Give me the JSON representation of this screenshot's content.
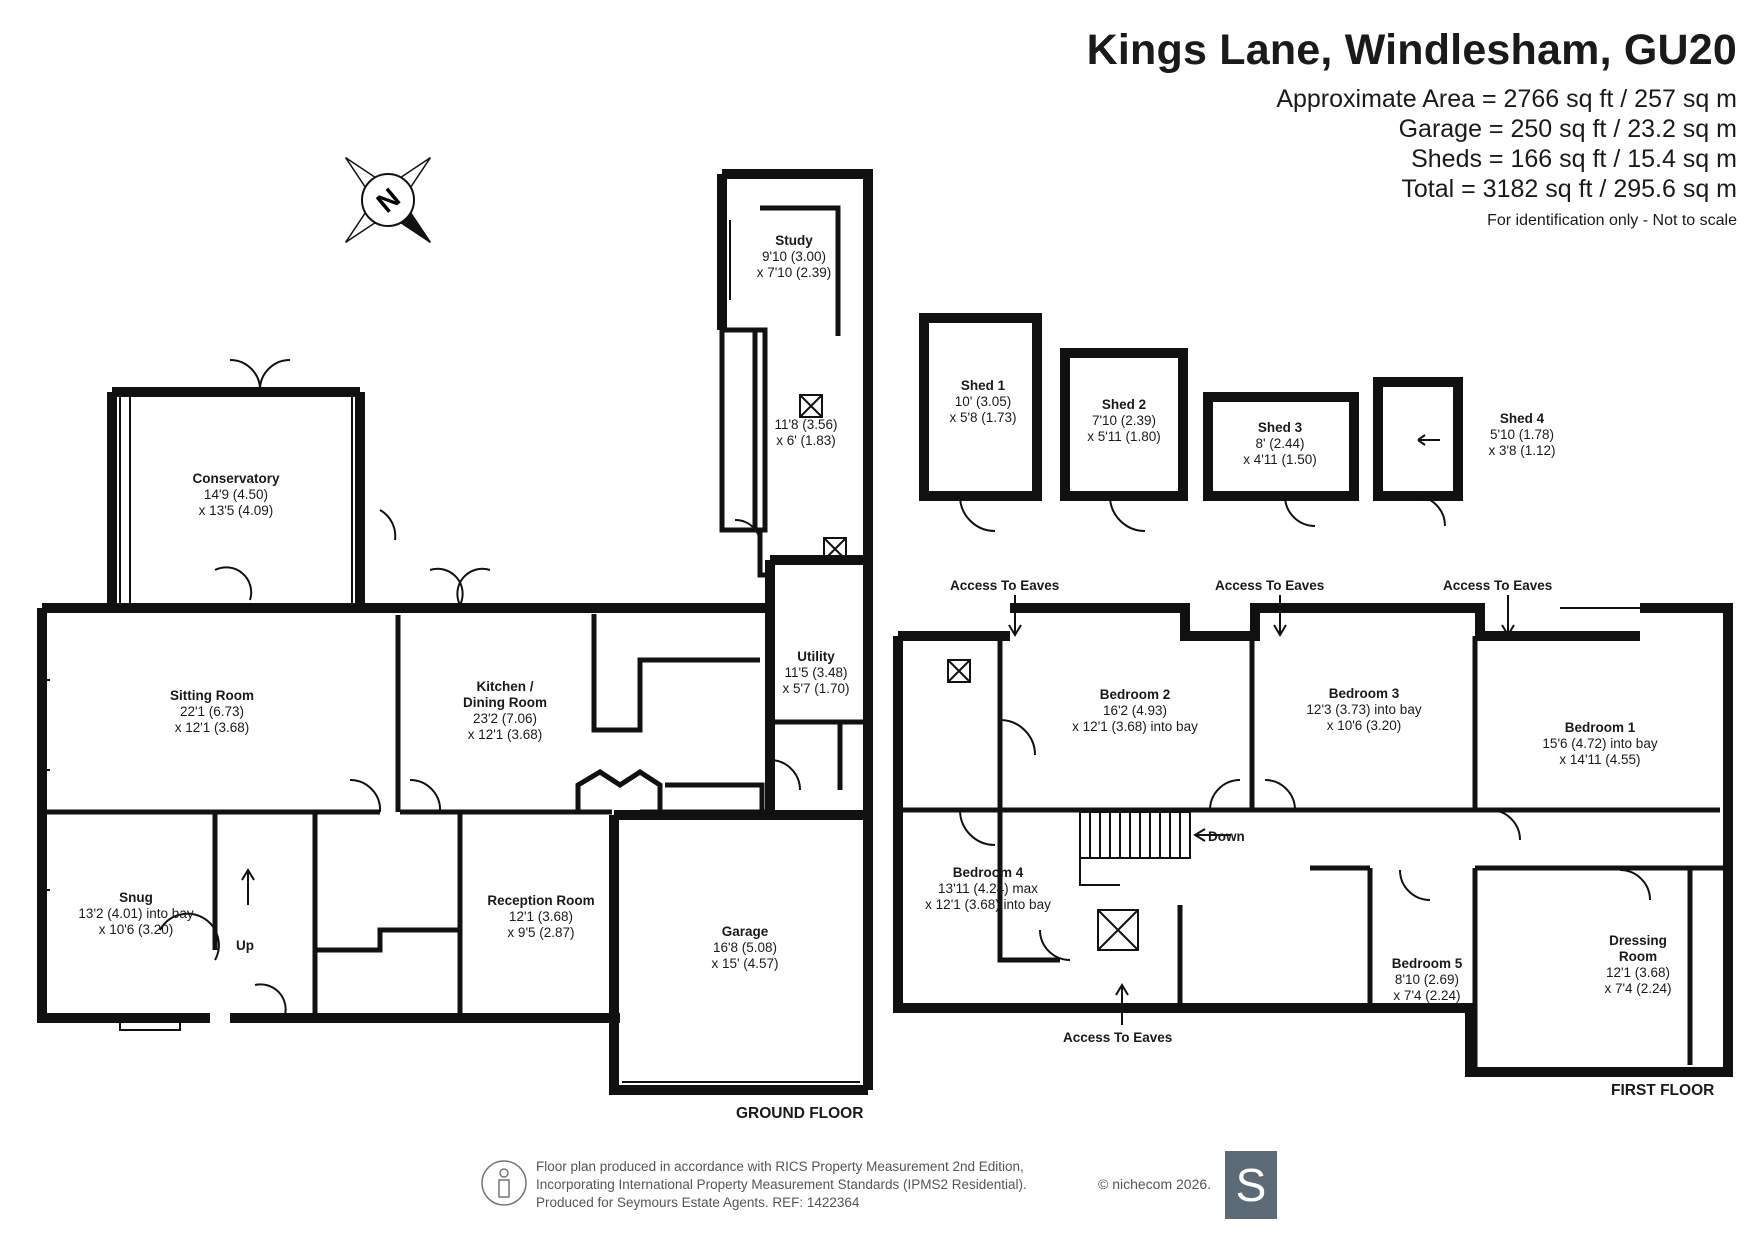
{
  "header": {
    "title": "Kings Lane, Windlesham, GU20",
    "approximate_area": "Approximate Area = 2766 sq ft / 257 sq m",
    "garage_area": "Garage = 250 sq ft / 23.2 sq m",
    "sheds_area": "Sheds = 166 sq ft / 15.4 sq m",
    "total_area": "Total = 3182 sq ft / 295.6 sq m",
    "note": "For identification only - Not to scale"
  },
  "compass": {
    "letter": "N",
    "icon": "compass-icon"
  },
  "ground_floor": {
    "label": "GROUND FLOOR",
    "rooms": [
      {
        "name": "Study",
        "dims": [
          "9'10 (3.00)",
          "x 7'10 (2.39)"
        ]
      },
      {
        "name": "",
        "dims": [
          "11'8 (3.56)",
          "x 6' (1.83)"
        ]
      },
      {
        "name": "Conservatory",
        "dims": [
          "14'9 (4.50)",
          "x 13'5 (4.09)"
        ]
      },
      {
        "name": "Sitting Room",
        "dims": [
          "22'1 (6.73)",
          "x 12'1 (3.68)"
        ]
      },
      {
        "name": "Kitchen /",
        "name2": "Dining Room",
        "dims": [
          "23'2 (7.06)",
          "x 12'1 (3.68)"
        ]
      },
      {
        "name": "Utility",
        "dims": [
          "11'5 (3.48)",
          "x 5'7 (1.70)"
        ]
      },
      {
        "name": "Snug",
        "dims": [
          "13'2 (4.01) into bay",
          "x 10'6 (3.20)"
        ]
      },
      {
        "name": "Reception Room",
        "dims": [
          "12'1 (3.68)",
          "x 9'5 (2.87)"
        ]
      },
      {
        "name": "Garage",
        "dims": [
          "16'8 (5.08)",
          "x 15' (4.57)"
        ]
      }
    ],
    "up_label": "Up"
  },
  "sheds": [
    {
      "name": "Shed 1",
      "dims": [
        "10' (3.05)",
        "x 5'8 (1.73)"
      ]
    },
    {
      "name": "Shed 2",
      "dims": [
        "7'10 (2.39)",
        "x 5'11 (1.80)"
      ]
    },
    {
      "name": "Shed 3",
      "dims": [
        "8' (2.44)",
        "x 4'11 (1.50)"
      ]
    },
    {
      "name": "Shed 4",
      "dims": [
        "5'10 (1.78)",
        "x 3'8 (1.12)"
      ]
    }
  ],
  "first_floor": {
    "label": "FIRST FLOOR",
    "rooms": [
      {
        "name": "Bedroom 2",
        "dims": [
          "16'2 (4.93)",
          "x 12'1 (3.68) into bay"
        ]
      },
      {
        "name": "Bedroom 3",
        "dims": [
          "12'3 (3.73) into bay",
          "x 10'6 (3.20)"
        ]
      },
      {
        "name": "Bedroom 1",
        "dims": [
          "15'6 (4.72) into bay",
          "x 14'11 (4.55)"
        ]
      },
      {
        "name": "Bedroom 4",
        "dims": [
          "13'11 (4.24) max",
          "x 12'1 (3.68) into bay"
        ]
      },
      {
        "name": "Bedroom 5",
        "dims": [
          "8'10 (2.69)",
          "x 7'4 (2.24)"
        ]
      },
      {
        "name": "Dressing",
        "name2": "Room",
        "dims": [
          "12'1 (3.68)",
          "x 7'4 (2.24)"
        ]
      }
    ],
    "eaves": [
      "Access To Eaves",
      "Access To Eaves",
      "Access To Eaves",
      "Access To Eaves"
    ],
    "down_label": "Down"
  },
  "footer": {
    "line1": "Floor plan produced in accordance with RICS Property Measurement 2nd Edition,",
    "line2": "Incorporating International Property Measurement Standards (IPMS2 Residential).",
    "line3": "Produced for Seymours Estate Agents.   REF: 1422364",
    "copyright": "© nichecom 2026.",
    "logo_letter": "S"
  }
}
